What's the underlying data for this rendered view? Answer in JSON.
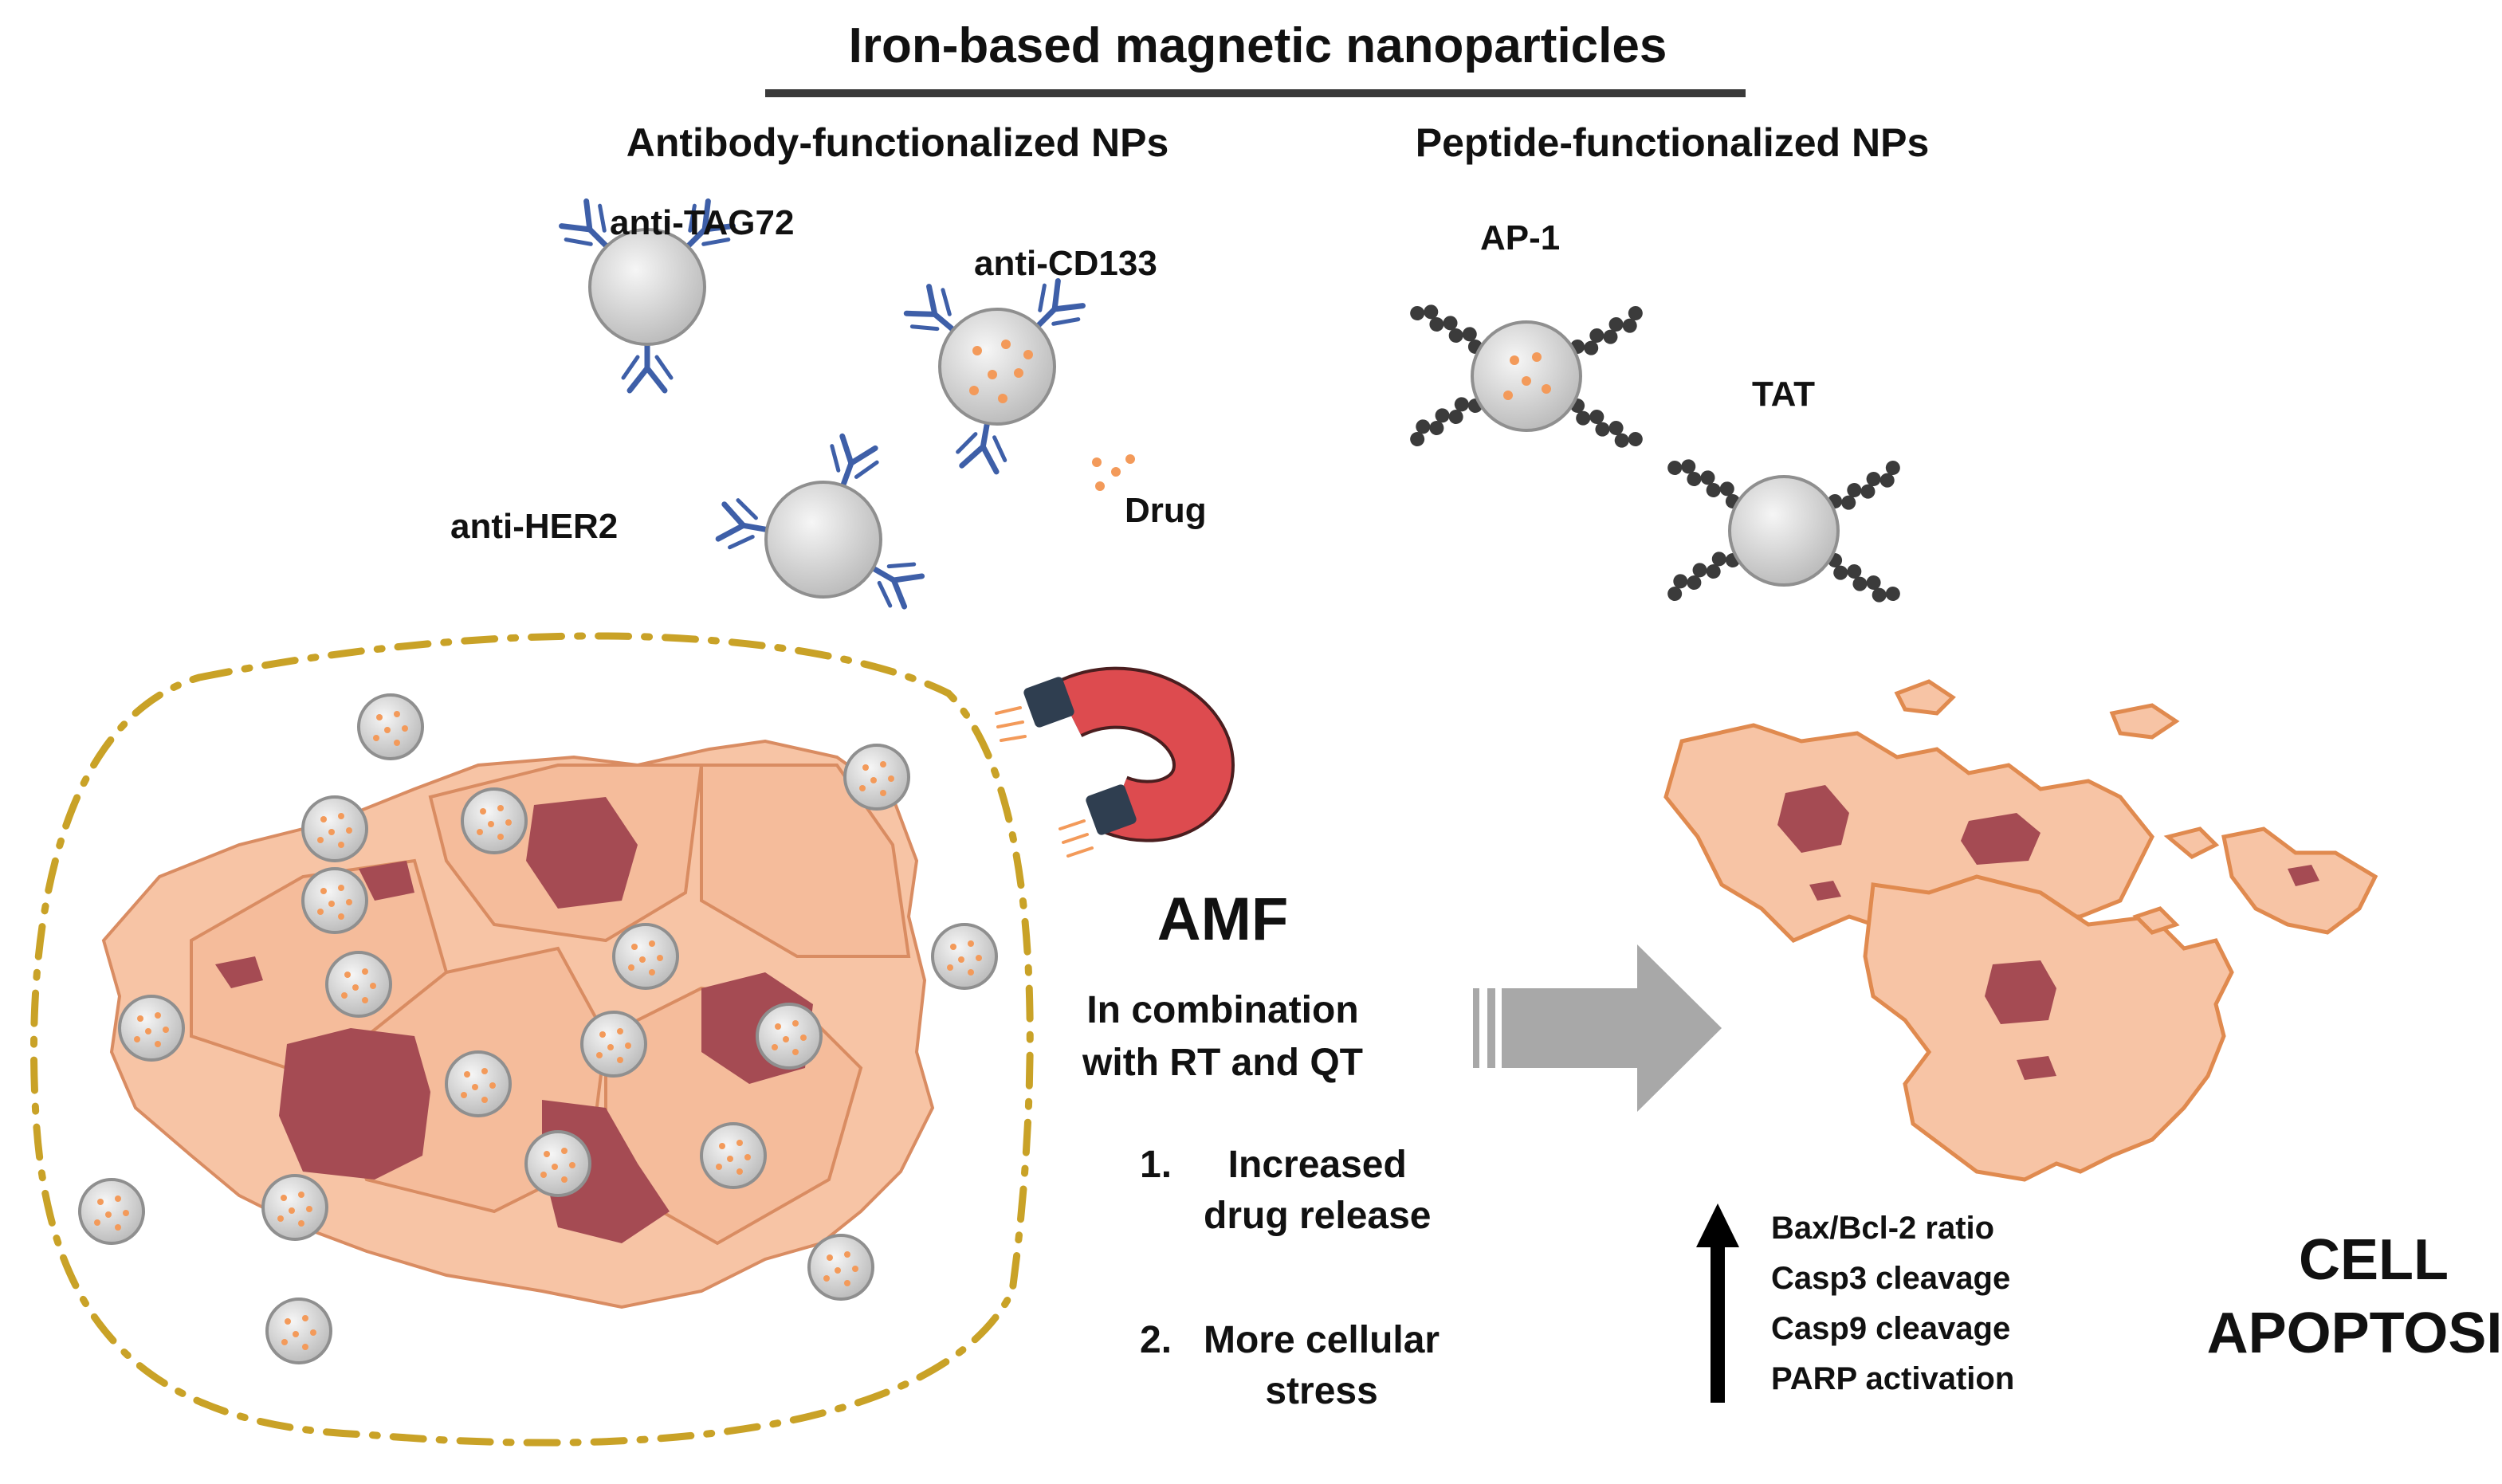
{
  "title": "Iron-based magnetic nanoparticles",
  "antibody_header": "Antibody-functionalized NPs",
  "peptide_header": "Peptide-functionalized NPs",
  "nanoparticles": {
    "anti_tag72": "anti-TAG72",
    "anti_cd133": "anti-CD133",
    "anti_her2": "anti-HER2",
    "drug": "Drug",
    "ap1": "AP-1",
    "tat": "TAT"
  },
  "amf": {
    "label": "AMF",
    "subtitle_line1": "In combination",
    "subtitle_line2": "with RT and QT"
  },
  "effects": [
    {
      "number": "1.",
      "line1": "Increased",
      "line2": "drug release"
    },
    {
      "number": "2.",
      "line1": "More cellular",
      "line2": "stress"
    }
  ],
  "markers": [
    "Bax/Bcl-2 ratio",
    "Casp3 cleavage",
    "Casp9 cleavage",
    "PARP activation"
  ],
  "outcome": {
    "line1": "CELL",
    "line2": "APOPTOSIS"
  },
  "colors": {
    "cell_fill": "#f7c4a5",
    "cell_stroke": "#d98c62",
    "nucleus": "#a54b53",
    "antibody": "#3e5fa8",
    "peptide": "#3b3b3b",
    "drug_dots": "#f39a5a",
    "tumor_border": "#c9a227",
    "magnet_red": "#dd4b4f",
    "magnet_pole": "#2f3e50",
    "arrow_gray": "#a8a8a8"
  }
}
